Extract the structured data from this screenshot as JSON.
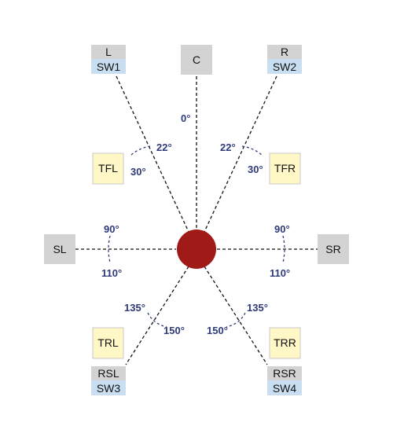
{
  "colors": {
    "grey": "#d3d3d3",
    "blue": "#c9dff1",
    "yellow": "#fff8c6",
    "yellow_border": "#c8c8c8",
    "angle_text": "#2e3a7a",
    "listener": "#a01a18"
  },
  "speakers": {
    "l": "L",
    "sw1": "SW1",
    "c": "C",
    "r": "R",
    "sw2": "SW2",
    "tfl": "TFL",
    "tfr": "TFR",
    "sl": "SL",
    "sr": "SR",
    "trl": "TRL",
    "trr": "TRR",
    "rsl": "RSL",
    "sw3": "SW3",
    "rsr": "RSR",
    "sw4": "SW4"
  },
  "angles": {
    "front": "0°",
    "front_left_inner": "22°",
    "front_left_outer": "30°",
    "front_right_inner": "22°",
    "front_right_outer": "30°",
    "side_left_upper": "90°",
    "side_left_lower": "110°",
    "side_right_upper": "90°",
    "side_right_lower": "110°",
    "rear_left_upper": "135°",
    "rear_left_lower": "150°",
    "rear_right_upper": "135°",
    "rear_right_lower": "150°"
  }
}
